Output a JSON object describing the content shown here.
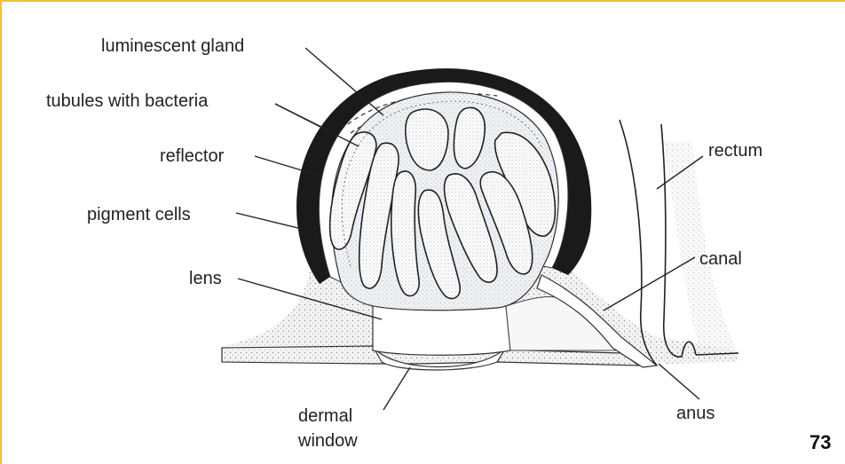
{
  "labels": {
    "luminescent_gland": "luminescent gland",
    "tubules": "tubules with bacteria",
    "reflector": "reflector",
    "pigment_cells": "pigment cells",
    "lens": "lens",
    "dermal_1": "dermal",
    "dermal_2": "window",
    "rectum": "rectum",
    "canal": "canal",
    "anus": "anus"
  },
  "page_number": "73",
  "colors": {
    "border": "#F2C230",
    "stipple": "#e6e6e6",
    "gland_fill": "#d7dadf",
    "pigment": "#1a1a1a"
  }
}
